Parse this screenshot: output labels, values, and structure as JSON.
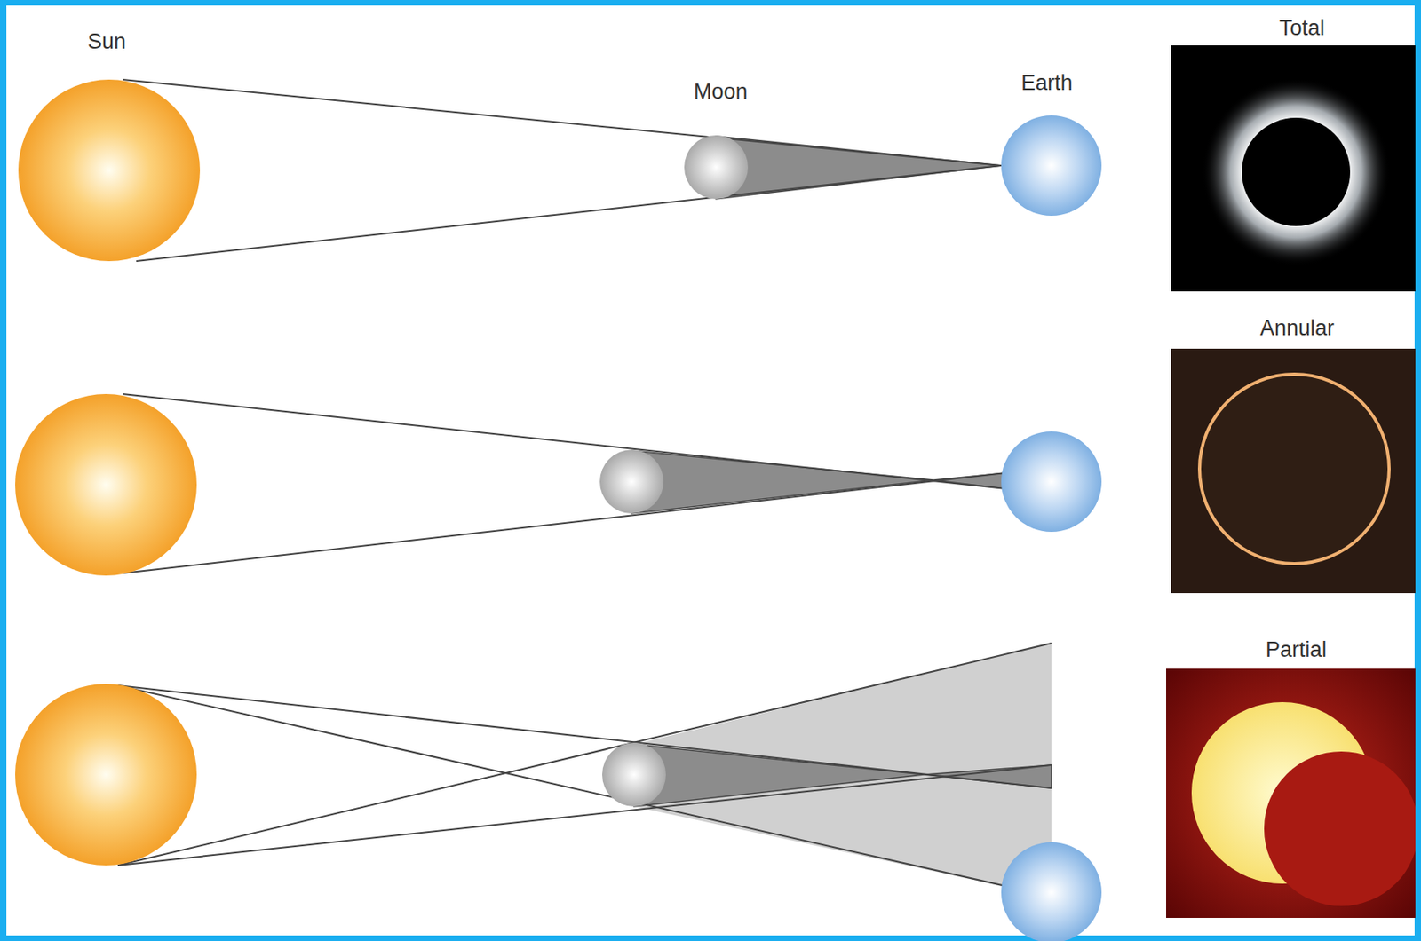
{
  "diagram": {
    "labels": [
      "Sun",
      "Moon",
      "Earth",
      "Total",
      "Annular",
      "Partial"
    ]
  }
}
